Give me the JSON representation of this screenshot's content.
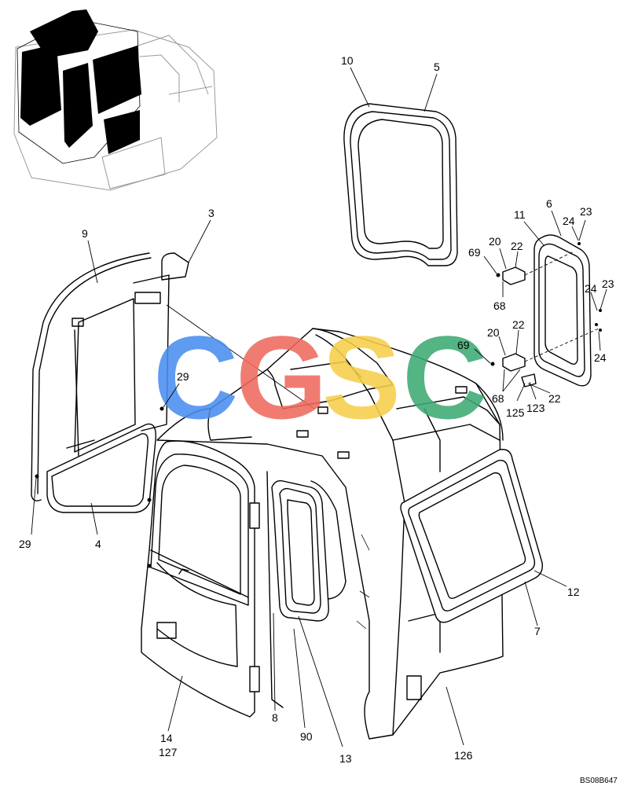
{
  "callouts": [
    {
      "id": "c10",
      "text": "10"
    },
    {
      "id": "c5",
      "text": "5"
    },
    {
      "id": "c6",
      "text": "6"
    },
    {
      "id": "c11",
      "text": "11"
    },
    {
      "id": "c23a",
      "text": "23"
    },
    {
      "id": "c24a",
      "text": "24"
    },
    {
      "id": "c20a",
      "text": "20"
    },
    {
      "id": "c22a",
      "text": "22"
    },
    {
      "id": "c69a",
      "text": "69"
    },
    {
      "id": "c68a",
      "text": "68"
    },
    {
      "id": "c24b",
      "text": "24"
    },
    {
      "id": "c23b",
      "text": "23"
    },
    {
      "id": "c24c",
      "text": "24"
    },
    {
      "id": "c20b",
      "text": "20"
    },
    {
      "id": "c22b",
      "text": "22"
    },
    {
      "id": "c69b",
      "text": "69"
    },
    {
      "id": "c68b",
      "text": "68"
    },
    {
      "id": "c22c",
      "text": "22"
    },
    {
      "id": "c125",
      "text": "125"
    },
    {
      "id": "c123",
      "text": "123"
    },
    {
      "id": "c9",
      "text": "9"
    },
    {
      "id": "c3",
      "text": "3"
    },
    {
      "id": "c29a",
      "text": "29"
    },
    {
      "id": "c29b",
      "text": "29"
    },
    {
      "id": "c4",
      "text": "4"
    },
    {
      "id": "c12",
      "text": "12"
    },
    {
      "id": "c7",
      "text": "7"
    },
    {
      "id": "c14",
      "text": "14"
    },
    {
      "id": "c127",
      "text": "127"
    },
    {
      "id": "c8",
      "text": "8"
    },
    {
      "id": "c90",
      "text": "90"
    },
    {
      "id": "c13",
      "text": "13"
    },
    {
      "id": "c126",
      "text": "126"
    }
  ],
  "drawing_code": "BS08B647",
  "watermark": {
    "letters": [
      "C",
      "G",
      "S",
      "C"
    ],
    "colors": [
      "#4a8ef0",
      "#ef6a5e",
      "#f7cf4a",
      "#3daa72"
    ]
  }
}
